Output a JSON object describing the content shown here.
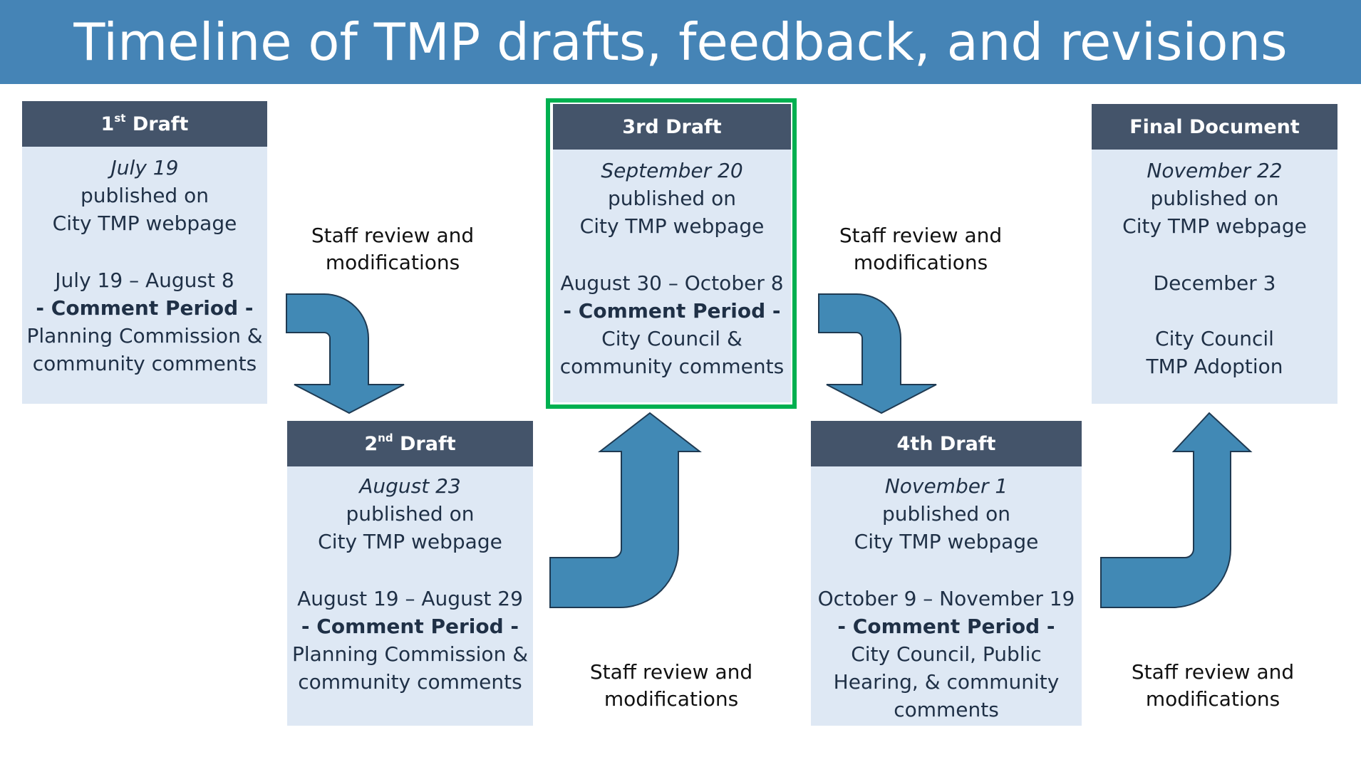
{
  "title": "Timeline of TMP drafts, feedback, and revisions",
  "colors": {
    "banner": "#4584b6",
    "card_header": "#44546a",
    "card_body": "#dee8f4",
    "arrow_fill": "#4189b5",
    "arrow_stroke": "#1f3a52",
    "highlight": "#00b050"
  },
  "cards": [
    {
      "header": {
        "main": "1",
        "sup": "st",
        "rest": " Draft"
      },
      "date": "July 19",
      "pub1": "published on",
      "pub2": "City TMP webpage",
      "period": "July 19 – August 8",
      "comment": "- Comment Period -",
      "who": [
        "Planning Commission &",
        "community comments"
      ]
    },
    {
      "header": {
        "main": "2",
        "sup": "nd",
        "rest": " Draft"
      },
      "date": "August 23",
      "pub1": "published on",
      "pub2": "City TMP webpage",
      "period": "August 19 – August 29",
      "comment": "- Comment Period -",
      "who": [
        "Planning Commission &",
        "community comments"
      ]
    },
    {
      "header": {
        "main": "3rd Draft",
        "sup": "",
        "rest": ""
      },
      "date": "September 20",
      "pub1": "published on",
      "pub2": "City TMP webpage",
      "period": "August 30 – October 8",
      "comment": "- Comment Period -",
      "who": [
        "City Council &",
        "community comments"
      ]
    },
    {
      "header": {
        "main": "4th Draft",
        "sup": "",
        "rest": ""
      },
      "date": "November 1",
      "pub1": "published on",
      "pub2": "City TMP webpage",
      "period": "October 9 – November 19",
      "comment": "- Comment Period -",
      "who": [
        "City Council, Public",
        "Hearing, & community",
        "comments"
      ]
    },
    {
      "header": {
        "main": "Final Document",
        "sup": "",
        "rest": ""
      },
      "date": "November 22",
      "pub1": "published on",
      "pub2": "City TMP webpage",
      "period": "December 3",
      "comment": "",
      "who": [
        "City Council",
        "TMP Adoption"
      ]
    }
  ],
  "steps": [
    {
      "line1": "Staff review and",
      "line2": "modifications"
    },
    {
      "line1": "Staff review and",
      "line2": "modifications"
    },
    {
      "line1": "Staff review and",
      "line2": "modifications"
    },
    {
      "line1": "Staff review and",
      "line2": "modifications"
    }
  ]
}
